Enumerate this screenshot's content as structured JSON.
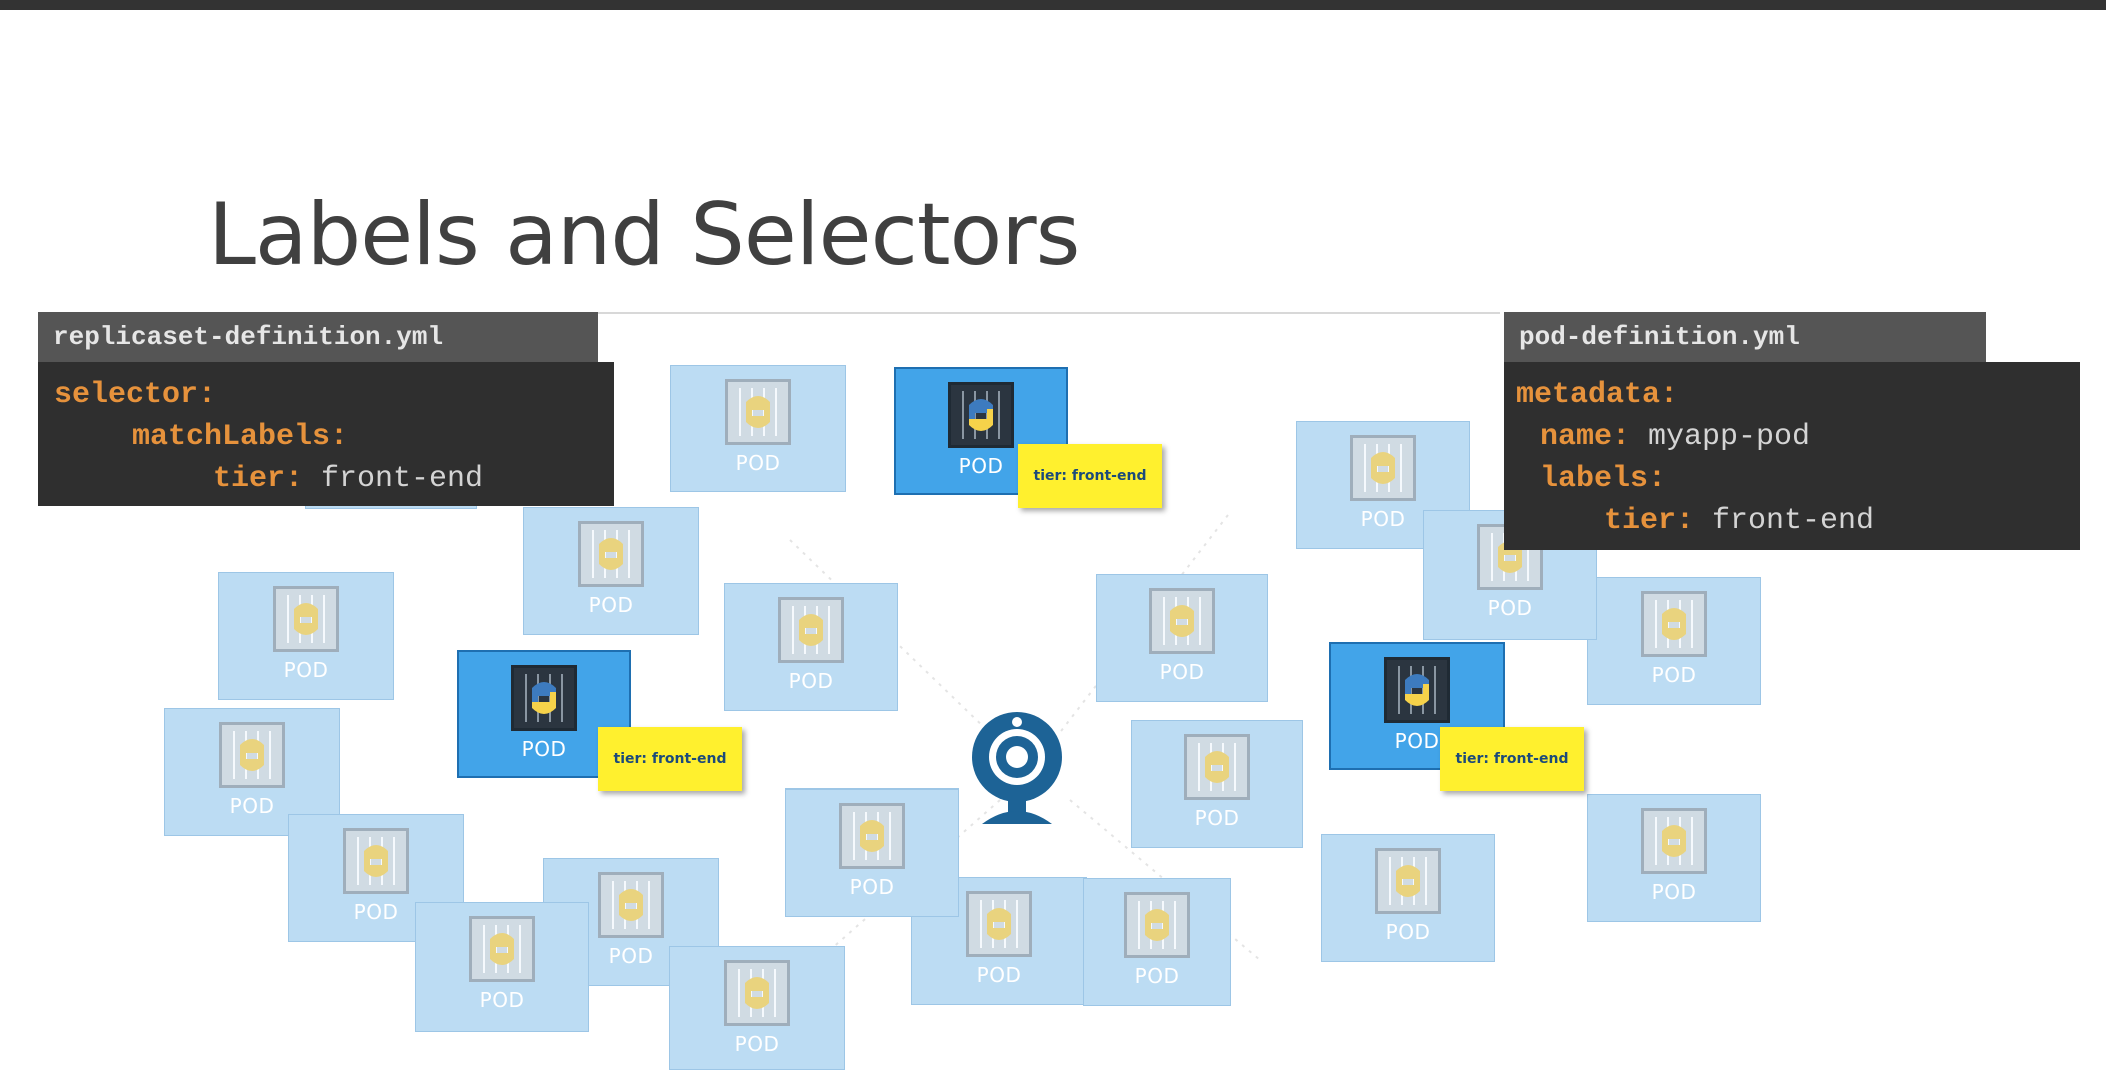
{
  "slide": {
    "title": "Labels and Selectors"
  },
  "pod_label": "POD",
  "tag_text": "tier: front-end",
  "replicaset_file": {
    "filename": "replicaset-definition.yml",
    "lines": [
      {
        "key": "selector:",
        "value": ""
      },
      {
        "key": "matchLabels:",
        "value": ""
      },
      {
        "key": "tier:",
        "value": " front-end"
      }
    ]
  },
  "pod_file": {
    "filename": "pod-definition.yml",
    "lines": [
      {
        "key": "metadata:",
        "value": ""
      },
      {
        "key": "name:",
        "value": " myapp-pod"
      },
      {
        "key": "labels:",
        "value": ""
      },
      {
        "key": "tier:",
        "value": " front-end"
      }
    ]
  },
  "icons": {
    "pod_icon": "python-container-icon",
    "center_icon": "webcam-icon"
  },
  "colors": {
    "pod_fill": "#bcdcf3",
    "selected_pod_fill": "#42a4e9",
    "tag_fill": "#fff02e",
    "yaml_key": "#e6923c",
    "code_background": "#2f2f2f"
  }
}
